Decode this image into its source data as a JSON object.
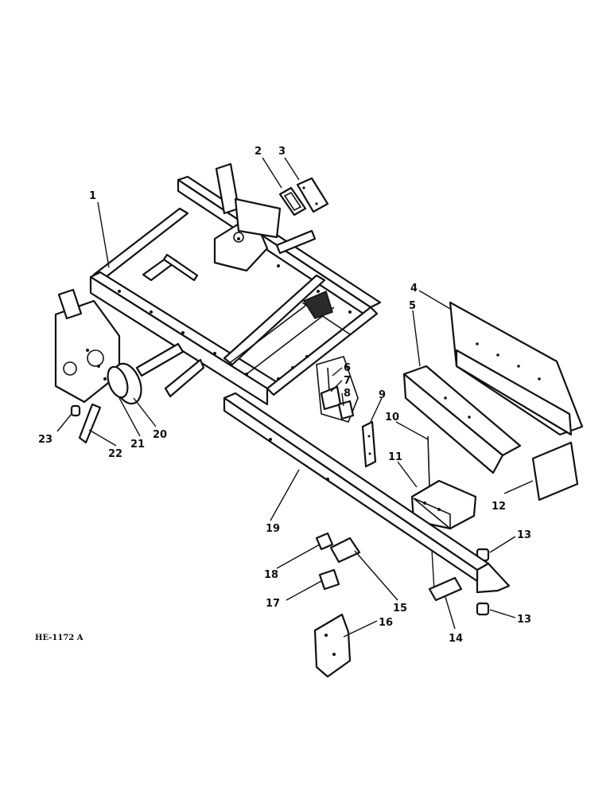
{
  "drawing_code": "HE-1172 A",
  "callouts": [
    {
      "id": "c1",
      "label": "1"
    },
    {
      "id": "c2",
      "label": "2"
    },
    {
      "id": "c3",
      "label": "3"
    },
    {
      "id": "c4",
      "label": "4"
    },
    {
      "id": "c5",
      "label": "5"
    },
    {
      "id": "c6",
      "label": "6"
    },
    {
      "id": "c7",
      "label": "7"
    },
    {
      "id": "c8",
      "label": "8"
    },
    {
      "id": "c9",
      "label": "9"
    },
    {
      "id": "c10",
      "label": "10"
    },
    {
      "id": "c11",
      "label": "11"
    },
    {
      "id": "c12",
      "label": "12"
    },
    {
      "id": "c13a",
      "label": "13"
    },
    {
      "id": "c13b",
      "label": "13"
    },
    {
      "id": "c14",
      "label": "14"
    },
    {
      "id": "c15",
      "label": "15"
    },
    {
      "id": "c16",
      "label": "16"
    },
    {
      "id": "c17",
      "label": "17"
    },
    {
      "id": "c18",
      "label": "18"
    },
    {
      "id": "c19",
      "label": "19"
    },
    {
      "id": "c20",
      "label": "20"
    },
    {
      "id": "c21",
      "label": "21"
    },
    {
      "id": "c22",
      "label": "22"
    },
    {
      "id": "c23",
      "label": "23"
    }
  ]
}
